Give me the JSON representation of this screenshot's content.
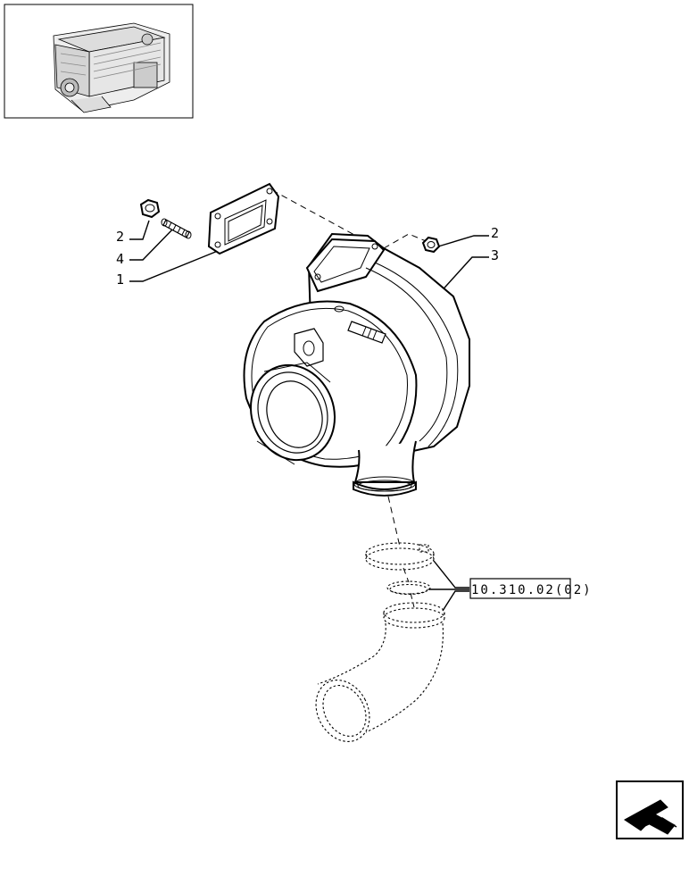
{
  "callouts": [
    {
      "id": "nut-left",
      "label": "2"
    },
    {
      "id": "stud",
      "label": "4"
    },
    {
      "id": "gasket",
      "label": "1"
    },
    {
      "id": "nut-right",
      "label": "2"
    },
    {
      "id": "turbocharger",
      "label": "3"
    }
  ],
  "reference": {
    "text": "10.310.02(02)"
  },
  "icons": {
    "thumbnail": "engine-thumbnail-icon",
    "navigation": "back-arrow-icon"
  }
}
